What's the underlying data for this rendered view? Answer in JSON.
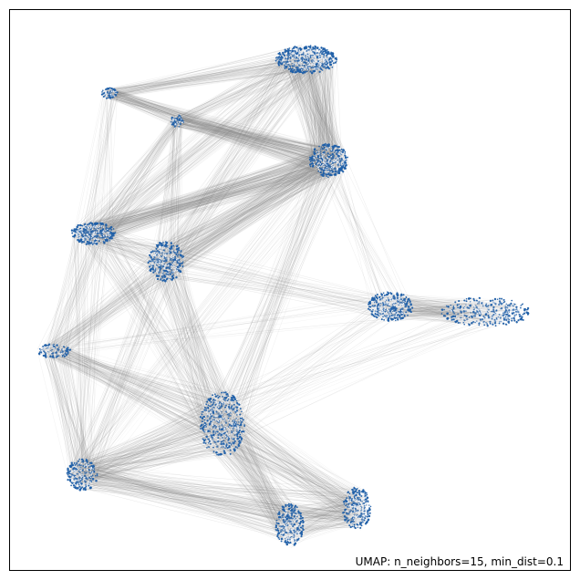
{
  "chart_data": {
    "type": "scatter",
    "title": "",
    "xlabel": "",
    "ylabel": "",
    "axes_visible": false,
    "xlim": [
      0,
      100
    ],
    "ylim": [
      0,
      100
    ],
    "annotation": "UMAP: n_neighbors=15, min_dist=0.1",
    "point_color": "#1f5fa8",
    "edge_color": "#808080",
    "clusters": [
      {
        "id": "A",
        "x": 53,
        "y": 91,
        "rx": 5.5,
        "ry": 2.5,
        "n": 420
      },
      {
        "id": "B",
        "x": 18,
        "y": 85,
        "rx": 1.5,
        "ry": 1.0,
        "n": 60
      },
      {
        "id": "C",
        "x": 30,
        "y": 80,
        "rx": 1.2,
        "ry": 1.1,
        "n": 50
      },
      {
        "id": "D",
        "x": 57,
        "y": 73,
        "rx": 3.5,
        "ry": 3.0,
        "n": 330
      },
      {
        "id": "E",
        "x": 15,
        "y": 60,
        "rx": 4.0,
        "ry": 2.0,
        "n": 260
      },
      {
        "id": "F",
        "x": 28,
        "y": 55,
        "rx": 3.2,
        "ry": 3.6,
        "n": 280
      },
      {
        "id": "G",
        "x": 68,
        "y": 47,
        "rx": 4.0,
        "ry": 2.6,
        "n": 280
      },
      {
        "id": "H",
        "x": 85,
        "y": 46,
        "rx": 8.0,
        "ry": 2.6,
        "n": 300
      },
      {
        "id": "I",
        "x": 8,
        "y": 39,
        "rx": 3.0,
        "ry": 1.3,
        "n": 90
      },
      {
        "id": "J",
        "x": 38,
        "y": 26,
        "rx": 4.0,
        "ry": 5.8,
        "n": 380
      },
      {
        "id": "K",
        "x": 13,
        "y": 17,
        "rx": 2.8,
        "ry": 2.8,
        "n": 180
      },
      {
        "id": "L",
        "x": 50,
        "y": 8,
        "rx": 2.5,
        "ry": 3.8,
        "n": 220
      },
      {
        "id": "M",
        "x": 62,
        "y": 11,
        "rx": 2.5,
        "ry": 3.8,
        "n": 220
      }
    ],
    "edges": [
      [
        "A",
        "D",
        260
      ],
      [
        "A",
        "B",
        70
      ],
      [
        "A",
        "C",
        50
      ],
      [
        "A",
        "E",
        80
      ],
      [
        "A",
        "F",
        70
      ],
      [
        "B",
        "C",
        40
      ],
      [
        "B",
        "D",
        80
      ],
      [
        "B",
        "E",
        30
      ],
      [
        "C",
        "D",
        120
      ],
      [
        "C",
        "E",
        60
      ],
      [
        "C",
        "F",
        40
      ],
      [
        "D",
        "E",
        170
      ],
      [
        "D",
        "F",
        170
      ],
      [
        "D",
        "J",
        60
      ],
      [
        "D",
        "G",
        25
      ],
      [
        "D",
        "K",
        25
      ],
      [
        "D",
        "I",
        20
      ],
      [
        "E",
        "F",
        90
      ],
      [
        "E",
        "J",
        60
      ],
      [
        "E",
        "I",
        50
      ],
      [
        "E",
        "K",
        30
      ],
      [
        "F",
        "J",
        100
      ],
      [
        "F",
        "I",
        40
      ],
      [
        "F",
        "K",
        40
      ],
      [
        "F",
        "G",
        20
      ],
      [
        "G",
        "H",
        160
      ],
      [
        "G",
        "J",
        25
      ],
      [
        "G",
        "I",
        10
      ],
      [
        "G",
        "F",
        20
      ],
      [
        "I",
        "J",
        120
      ],
      [
        "I",
        "K",
        60
      ],
      [
        "I",
        "F",
        30
      ],
      [
        "J",
        "K",
        160
      ],
      [
        "J",
        "L",
        160
      ],
      [
        "J",
        "M",
        140
      ],
      [
        "J",
        "H",
        20
      ],
      [
        "K",
        "L",
        90
      ],
      [
        "K",
        "M",
        50
      ],
      [
        "L",
        "M",
        150
      ]
    ]
  }
}
